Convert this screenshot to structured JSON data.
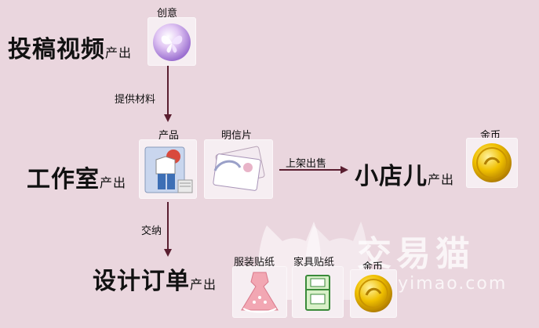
{
  "nodes": {
    "video": {
      "main": "投稿视频",
      "suffix": "产出"
    },
    "studio": {
      "main": "工作室",
      "suffix": "产出"
    },
    "shop": {
      "main": "小店儿",
      "suffix": "产出"
    },
    "design": {
      "main": "设计订单",
      "suffix": "产出"
    }
  },
  "edges": {
    "video_to_studio": "提供材料",
    "studio_to_shop": "上架出售",
    "studio_to_design": "交纳"
  },
  "items": {
    "creativity": {
      "label": "创意",
      "icon": "butterfly-orb-icon"
    },
    "product": {
      "label": "产品",
      "icon": "outfit-icon"
    },
    "postcard": {
      "label": "明信片",
      "icon": "postcard-icon"
    },
    "coin_shop": {
      "label": "金币",
      "icon": "gold-coin-icon"
    },
    "clothes_sticker": {
      "label": "服装贴纸",
      "icon": "dress-icon"
    },
    "furniture_sticker": {
      "label": "家具贴纸",
      "icon": "cabinet-icon"
    },
    "coin_design": {
      "label": "金币",
      "icon": "gold-coin-icon"
    }
  },
  "watermark": {
    "brand": "交易猫",
    "url": "jiaoyimao.com"
  },
  "colors": {
    "background": "#ead6de",
    "arrow": "#5a1e30",
    "coin": "#e8b400"
  }
}
